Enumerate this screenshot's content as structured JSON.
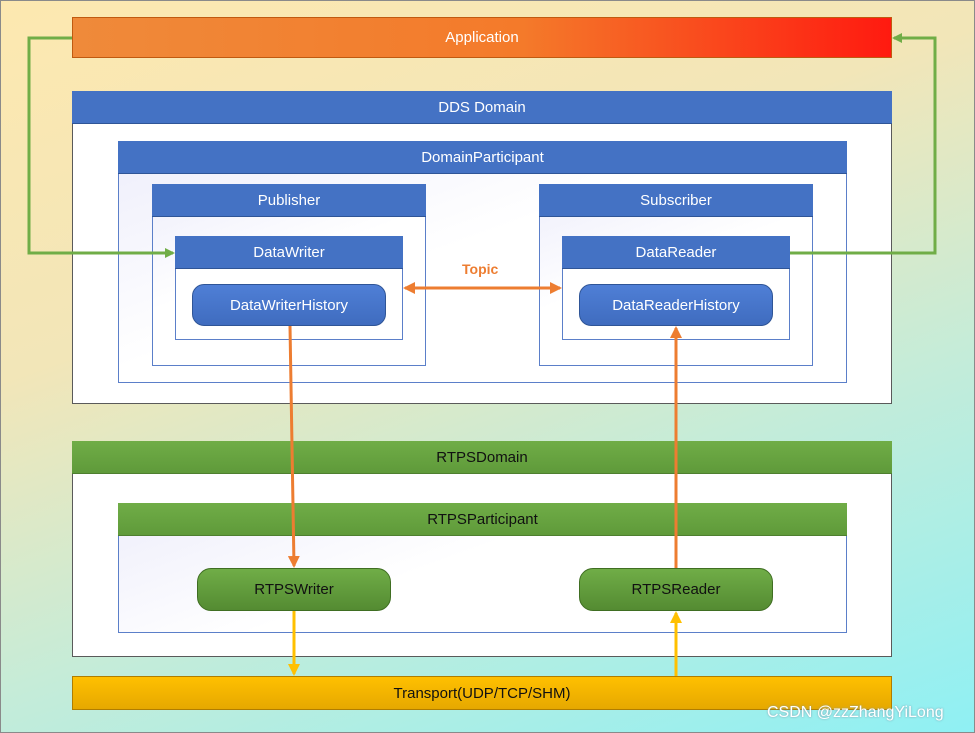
{
  "application": {
    "label": "Application"
  },
  "dds": {
    "domain_label": "DDS Domain",
    "participant_label": "DomainParticipant",
    "publisher_label": "Publisher",
    "subscriber_label": "Subscriber",
    "writer_label": "DataWriter",
    "writer_history_label": "DataWriterHistory",
    "reader_label": "DataReader",
    "reader_history_label": "DataReaderHistory",
    "topic_label": "Topic"
  },
  "rtps": {
    "domain_label": "RTPSDomain",
    "participant_label": "RTPSParticipant",
    "writer_label": "RTPSWriter",
    "reader_label": "RTPSReader"
  },
  "transport": {
    "label": "Transport(UDP/TCP/SHM)"
  },
  "watermark": "CSDN @zzZhangYiLong",
  "colors": {
    "dds_blue": "#4472c4",
    "rtps_green": "#70ad47",
    "transport_yellow": "#ffc000",
    "data_arrow_orange": "#ed7d31",
    "app_link_green": "#70ad47"
  }
}
